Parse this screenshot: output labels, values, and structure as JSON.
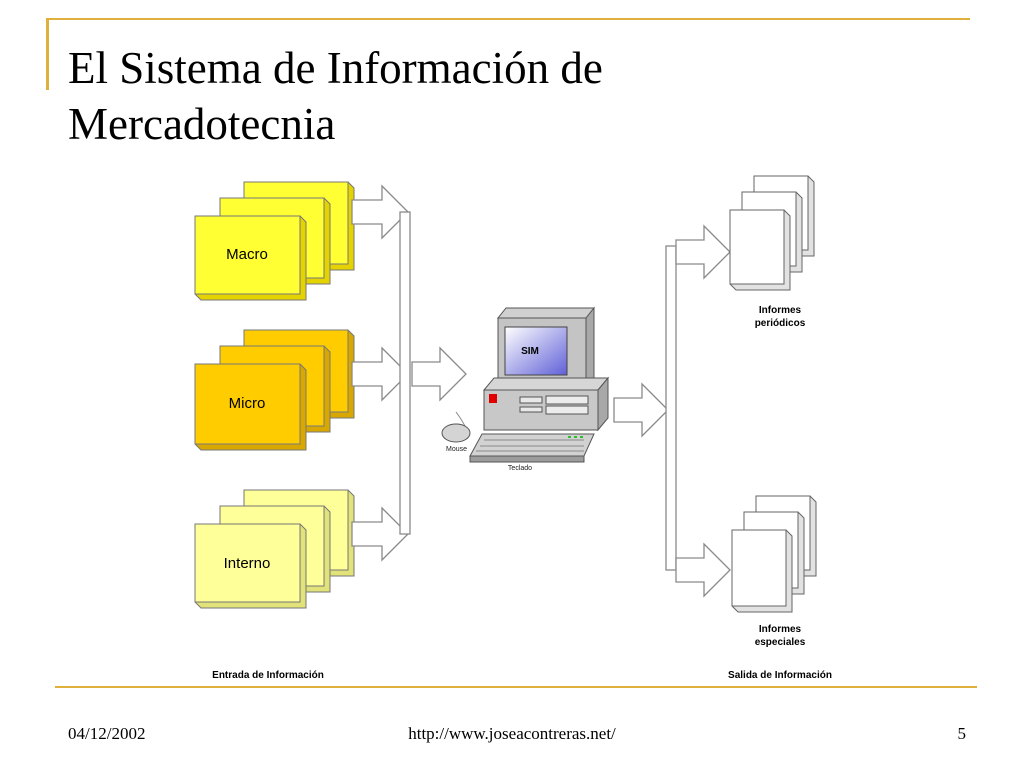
{
  "slide": {
    "title_line1": "El Sistema de Información de",
    "title_line2": "Mercadotecnia"
  },
  "inputs": {
    "macro": "Macro",
    "micro": "Micro",
    "interno": "Interno",
    "colors": {
      "macro": "#ffff33",
      "micro": "#ffcc00",
      "interno": "#ffff99"
    }
  },
  "computer": {
    "screen": "SIM",
    "mouse": "Mouse",
    "keyboard": "Teclado"
  },
  "outputs": {
    "periodicos_line1": "Informes",
    "periodicos_line2": "periódicos",
    "especiales_line1": "Informes",
    "especiales_line2": "especiales"
  },
  "captions": {
    "entrada": "Entrada de Información",
    "salida": "Salida de Información"
  },
  "footer": {
    "date": "04/12/2002",
    "url": "http://www.joseacontreras.net/",
    "page": "5"
  }
}
